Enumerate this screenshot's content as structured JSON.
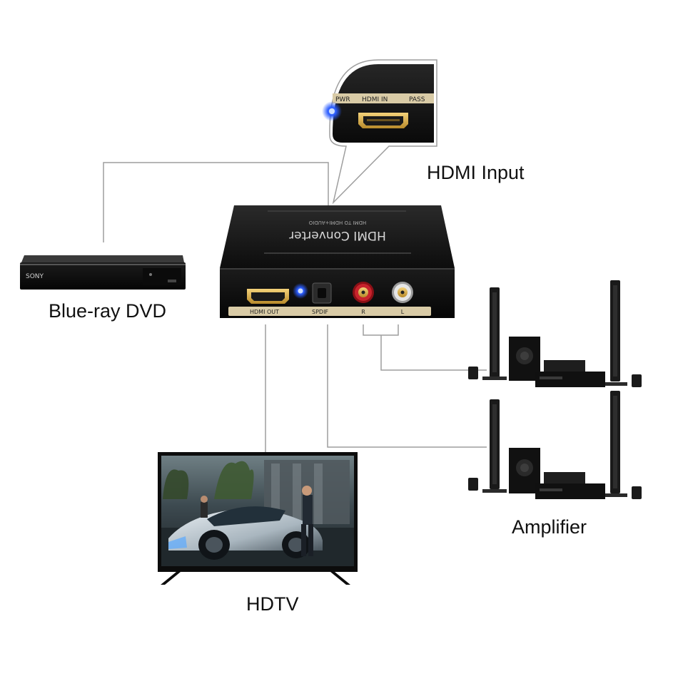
{
  "captions": {
    "hdmi_input": "HDMI Input",
    "bluray": "Blue-ray DVD",
    "amplifier": "Amplifier",
    "hdtv": "HDTV"
  },
  "converter": {
    "title": "HDMI Converter",
    "subtitle": "HDMI TO HDMI+AUDIO",
    "ports": {
      "hdmi_out": "HDMI OUT",
      "spdif": "SPDIF",
      "right": "R",
      "left": "L"
    }
  },
  "zoom_panel": {
    "pwr": "PWR",
    "hdmi_in": "HDMI IN",
    "pass": "PASS"
  },
  "bluray_player": {
    "brand": "SONY"
  },
  "colors": {
    "connector_line": "#9e9e9e",
    "device_body": "#161616",
    "label_strip": "#d9cba6",
    "led_blue": "#2a5cff",
    "rca_red": "#c8232c",
    "rca_white": "#e6e6e6"
  }
}
